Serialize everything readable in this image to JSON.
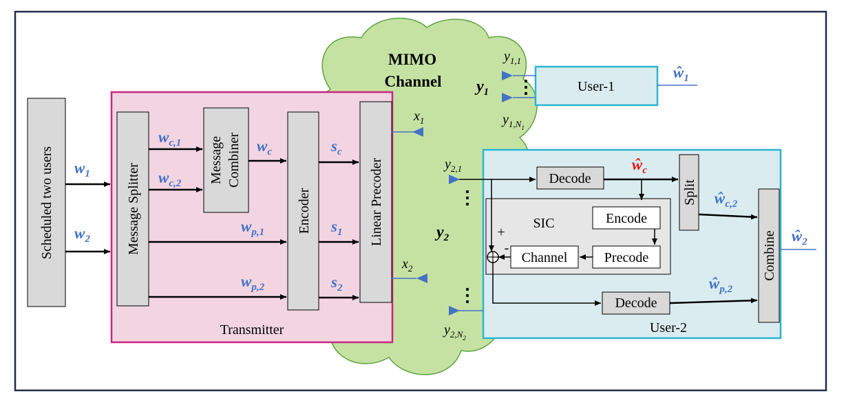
{
  "colors": {
    "frame": "#1f2d4a",
    "cloud_fill": "#c6e2a3",
    "cloud_stroke": "#5aa33e",
    "transmitter_fill": "#f2d5e1",
    "transmitter_stroke": "#c7277f",
    "user_fill": "#dbecf1",
    "user_stroke": "#2bb5cf",
    "block_fill": "#d9d9d9",
    "signal_blue": "#4472c4",
    "highlight_red": "#e01919"
  },
  "blocks": {
    "scheduled_users": "Scheduled two users",
    "message_splitter": "Message Splitter",
    "message_combiner_1": "Message",
    "message_combiner_2": "Combiner",
    "encoder": "Encoder",
    "linear_precoder": "Linear Precoder",
    "transmitter": "Transmitter",
    "channel_line1": "MIMO",
    "channel_line2": "Channel",
    "user1": "User-1",
    "user2": "User-2",
    "decode_common": "Decode",
    "split": "Split",
    "sic": "SIC",
    "encode": "Encode",
    "precode": "Precode",
    "channel_block": "Channel",
    "decode_private": "Decode",
    "combine": "Combine"
  },
  "signs": {
    "plus": "+",
    "minus": "-",
    "vdots": "⋮"
  },
  "signals": {
    "w1": {
      "base": "w",
      "sub": "1"
    },
    "w2": {
      "base": "w",
      "sub": "2"
    },
    "wc1": {
      "base": "w",
      "sub": "c,1"
    },
    "wc2": {
      "base": "w",
      "sub": "c,2"
    },
    "wc": {
      "base": "w",
      "sub": "c"
    },
    "wp1": {
      "base": "w",
      "sub": "p,1"
    },
    "wp2": {
      "base": "w",
      "sub": "p,2"
    },
    "sc": {
      "base": "s",
      "sub": "c"
    },
    "s1": {
      "base": "s",
      "sub": "1"
    },
    "s2": {
      "base": "s",
      "sub": "2"
    },
    "x1": {
      "base": "x",
      "sub": "1"
    },
    "x2": {
      "base": "x",
      "sub": "2"
    },
    "y11": {
      "base": "y",
      "sub": "1,1"
    },
    "y1N": {
      "base": "y",
      "sub": "1,N",
      "subsub": "1"
    },
    "y1": {
      "base": "y",
      "sub": "1"
    },
    "y21": {
      "base": "y",
      "sub": "2,1"
    },
    "y2N": {
      "base": "y",
      "sub": "2,N",
      "subsub": "2"
    },
    "y2": {
      "base": "y",
      "sub": "2"
    },
    "w1hat": {
      "base": "ŵ",
      "sub": "1"
    },
    "w2hat": {
      "base": "ŵ",
      "sub": "2"
    },
    "wchat": {
      "base": "ŵ",
      "sub": "c"
    },
    "wc2hat": {
      "base": "ŵ",
      "sub": "c,2"
    },
    "wp2hat": {
      "base": "ŵ",
      "sub": "p,2"
    }
  }
}
